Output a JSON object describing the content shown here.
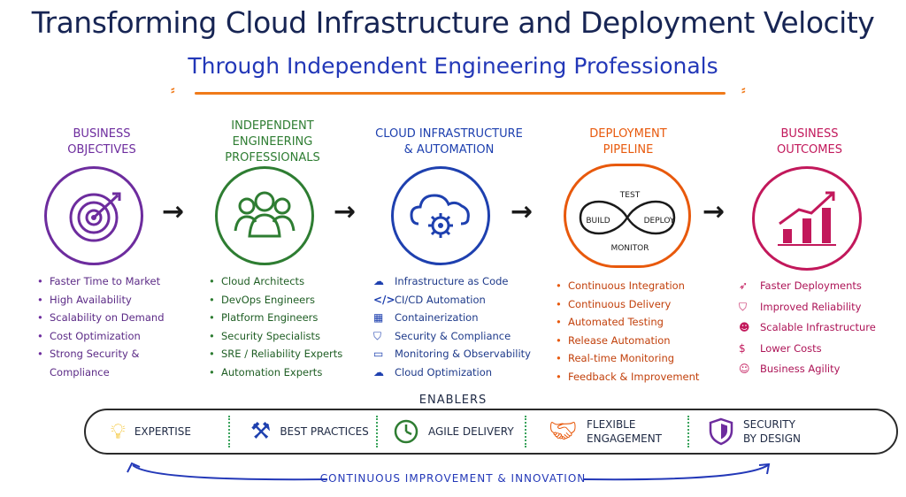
{
  "header": {
    "title": "Transforming Cloud Infrastructure and Deployment Velocity",
    "subtitle": "Through Independent Engineering Professionals"
  },
  "columns": [
    {
      "id": "business-objectives",
      "heading_line1": "Business",
      "heading_line2": "Objectives",
      "color": "#6d2c9e",
      "icon": "target-icon",
      "items": [
        "Faster Time to Market",
        "High Availability",
        "Scalability on Demand",
        "Cost Optimization",
        "Strong Security &",
        "Compliance"
      ]
    },
    {
      "id": "engineering-professionals",
      "heading_line1": "Independent",
      "heading_line2": "Engineering",
      "heading_line3": "Professionals",
      "color": "#2e7d32",
      "icon": "team-icon",
      "items": [
        "Cloud Architects",
        "DevOps Engineers",
        "Platform Engineers",
        "Security Specialists",
        "SRE / Reliability Experts",
        "Automation Experts"
      ]
    },
    {
      "id": "cloud-infrastructure",
      "heading_line1": "Cloud Infrastructure",
      "heading_line2": "& Automation",
      "color": "#1e40af",
      "icon": "cloud-gear-icon",
      "items": [
        {
          "icon": "cloud-icon",
          "label": "Infrastructure as Code"
        },
        {
          "icon": "code-icon",
          "label": "CI/CD Automation"
        },
        {
          "icon": "container-icon",
          "label": "Containerization"
        },
        {
          "icon": "shield-icon",
          "label": "Security & Compliance"
        },
        {
          "icon": "monitor-icon",
          "label": "Monitoring & Observability"
        },
        {
          "icon": "cloud-icon",
          "label": "Cloud Optimization"
        }
      ]
    },
    {
      "id": "deployment-pipeline",
      "heading_line1": "Deployment",
      "heading_line2": "Pipeline",
      "color": "#e8590c",
      "icon": "infinity-loop-icon",
      "loop_labels": {
        "top": "TEST",
        "left": "BUILD",
        "right": "DEPLOY",
        "bottom": "MONITOR"
      },
      "items": [
        "Continuous Integration",
        "Continuous Delivery",
        "Automated Testing",
        "Release Automation",
        "Real-time Monitoring",
        "Feedback & Improvement"
      ]
    },
    {
      "id": "business-outcomes",
      "heading_line1": "Business",
      "heading_line2": "Outcomes",
      "color": "#c2185b",
      "icon": "growth-chart-icon",
      "items": [
        {
          "icon": "rocket-icon",
          "label": "Faster Deployments"
        },
        {
          "icon": "check-shield-icon",
          "label": "Improved Reliability"
        },
        {
          "icon": "people-icon",
          "label": "Scalable Infrastructure"
        },
        {
          "icon": "dollar-icon",
          "label": "Lower Costs"
        },
        {
          "icon": "smile-icon",
          "label": "Business Agility"
        }
      ]
    }
  ],
  "enablers": {
    "title": "ENABLERS",
    "items": [
      {
        "icon": "lightbulb-icon",
        "line1": "Expertise",
        "line2": "",
        "color": "#f2b705"
      },
      {
        "icon": "tools-icon",
        "line1": "Best Practices",
        "line2": "",
        "color": "#1e40af"
      },
      {
        "icon": "clock-icon",
        "line1": "Agile Delivery",
        "line2": "",
        "color": "#2e7d32"
      },
      {
        "icon": "handshake-icon",
        "line1": "Flexible",
        "line2": "Engagement",
        "color": "#e8590c"
      },
      {
        "icon": "security-shield-icon",
        "line1": "Security",
        "line2": "By Design",
        "color": "#6d2c9e"
      }
    ]
  },
  "footer": {
    "label": "CONTINUOUS IMPROVEMENT & INNOVATION"
  }
}
